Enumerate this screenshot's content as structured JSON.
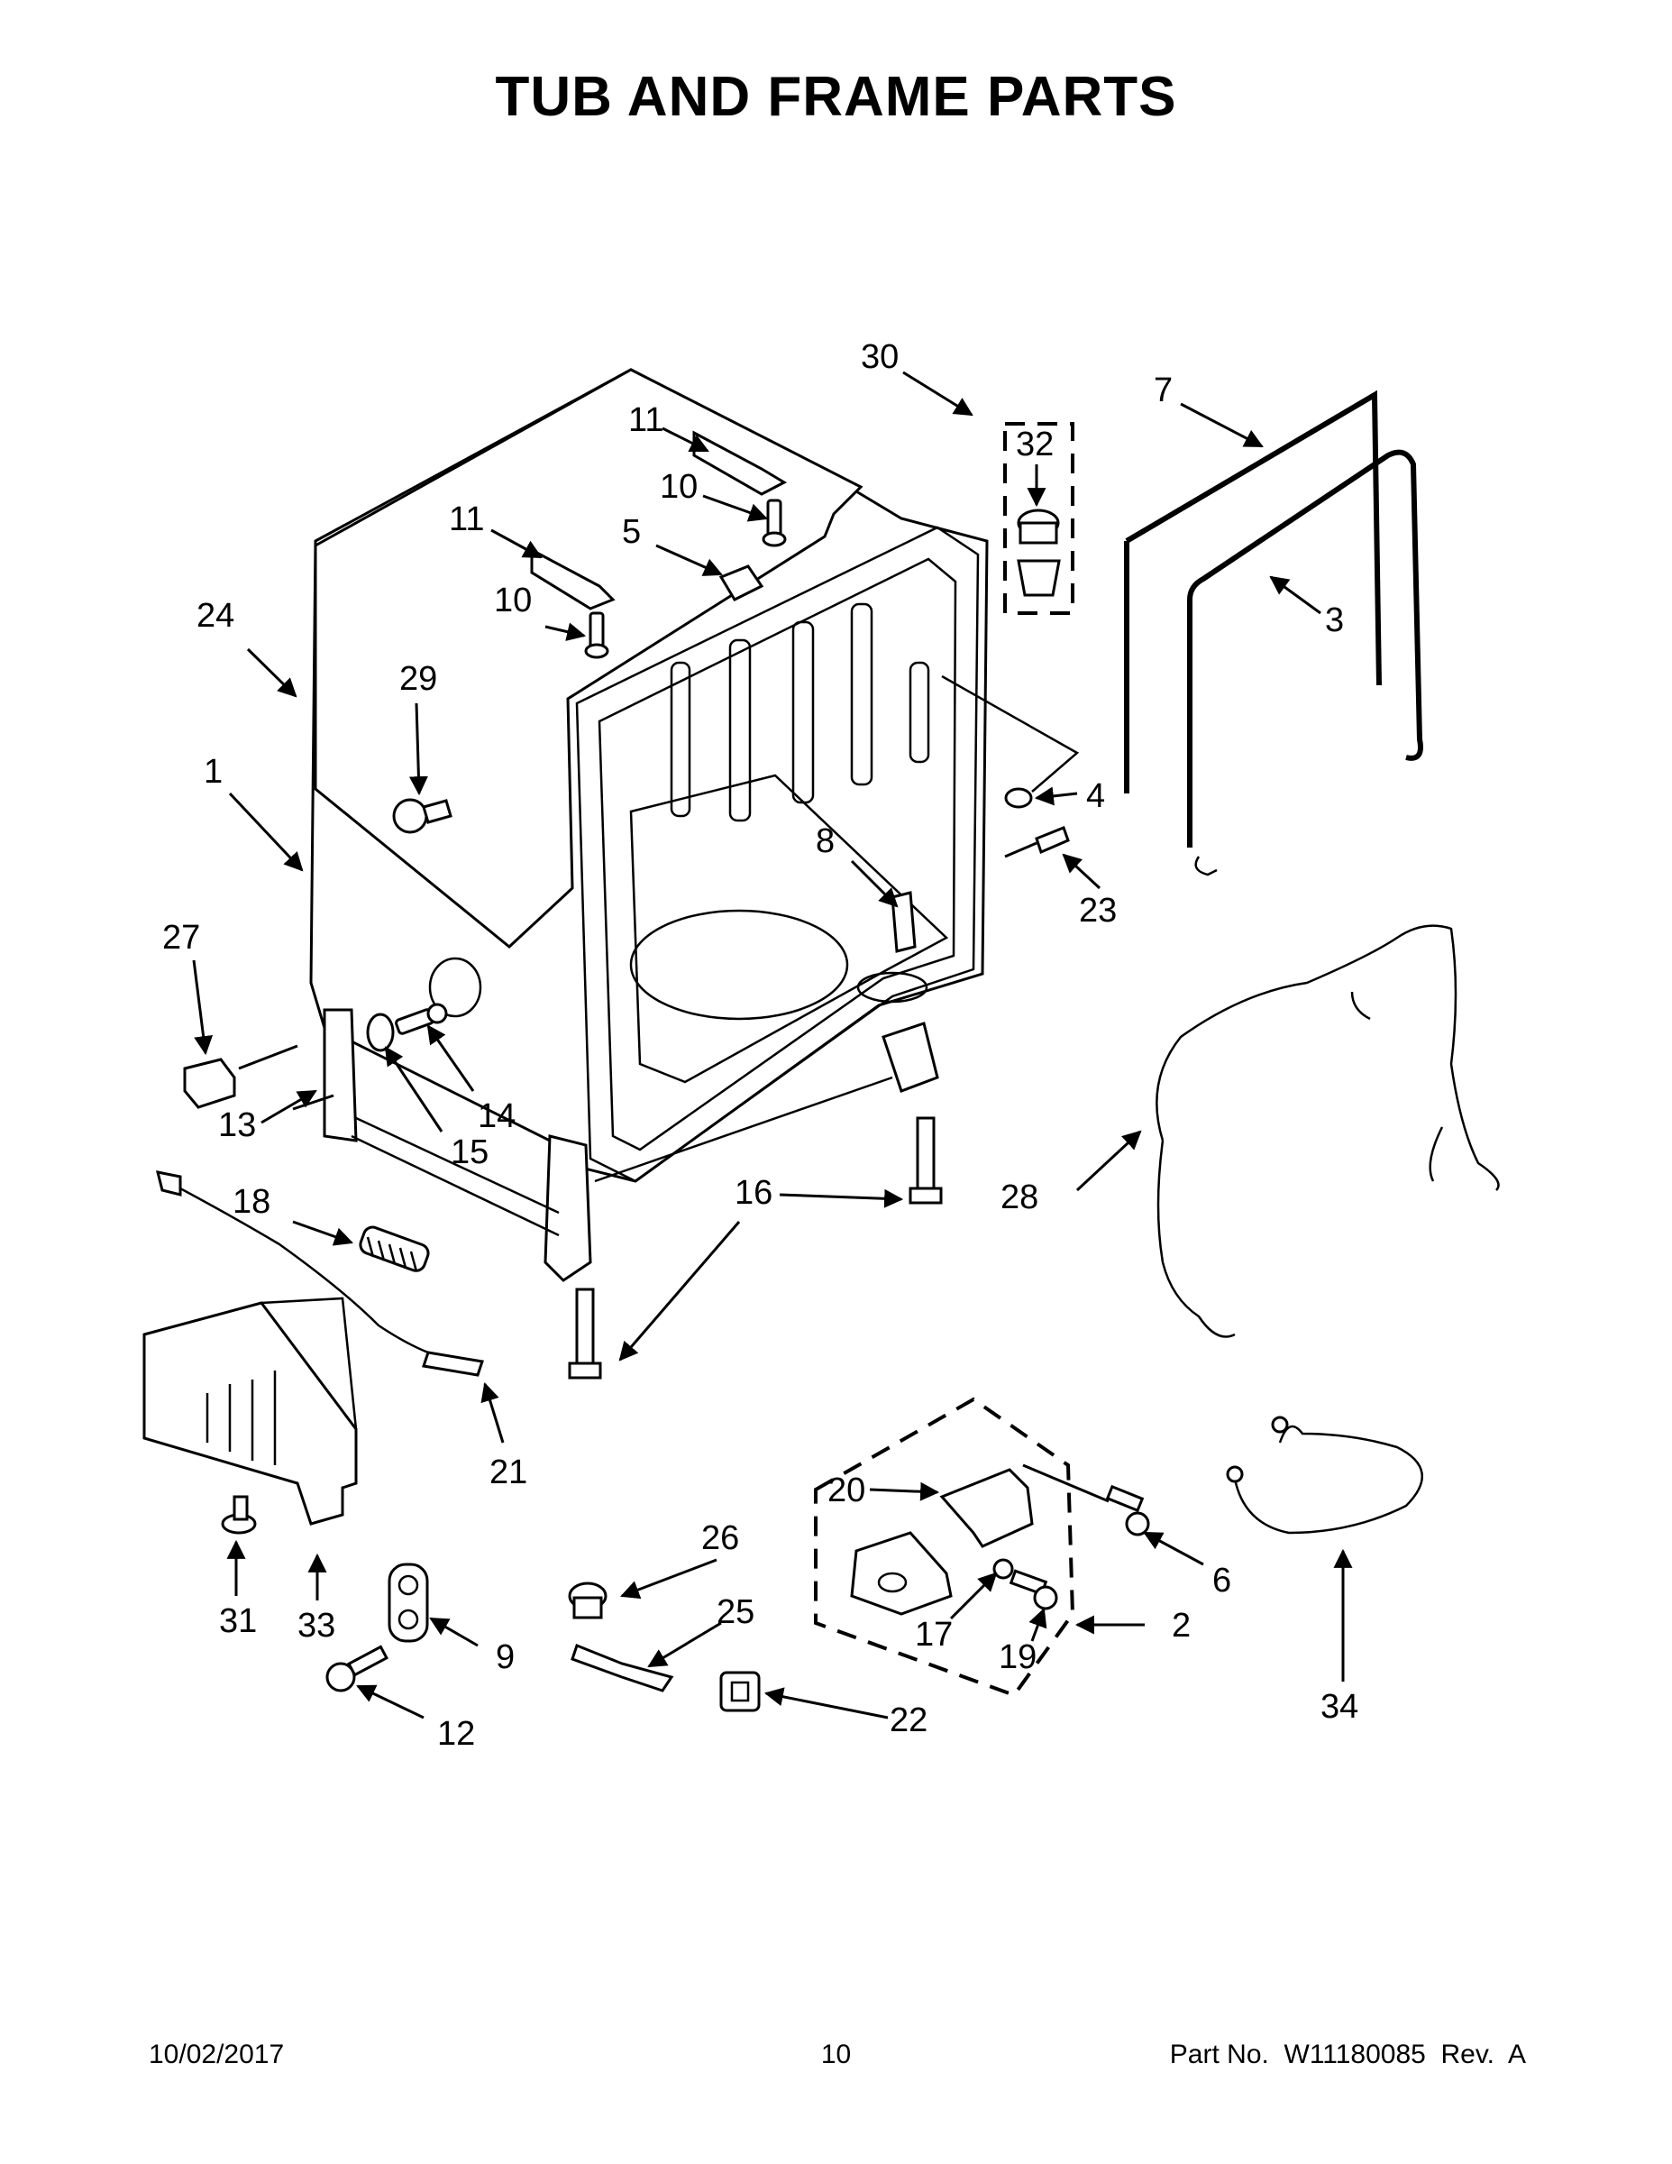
{
  "page": {
    "title": "TUB AND FRAME PARTS",
    "footer": {
      "date": "10/02/2017",
      "page_number": "10",
      "part_number": "Part No.  W11180085  Rev.  A"
    }
  },
  "callouts": [
    "1",
    "2",
    "3",
    "4",
    "5",
    "6",
    "7",
    "8",
    "9",
    "10",
    "10",
    "11",
    "11",
    "12",
    "13",
    "14",
    "15",
    "16",
    "17",
    "18",
    "19",
    "20",
    "21",
    "22",
    "23",
    "24",
    "25",
    "26",
    "27",
    "28",
    "29",
    "30",
    "31",
    "32",
    "33",
    "34"
  ]
}
